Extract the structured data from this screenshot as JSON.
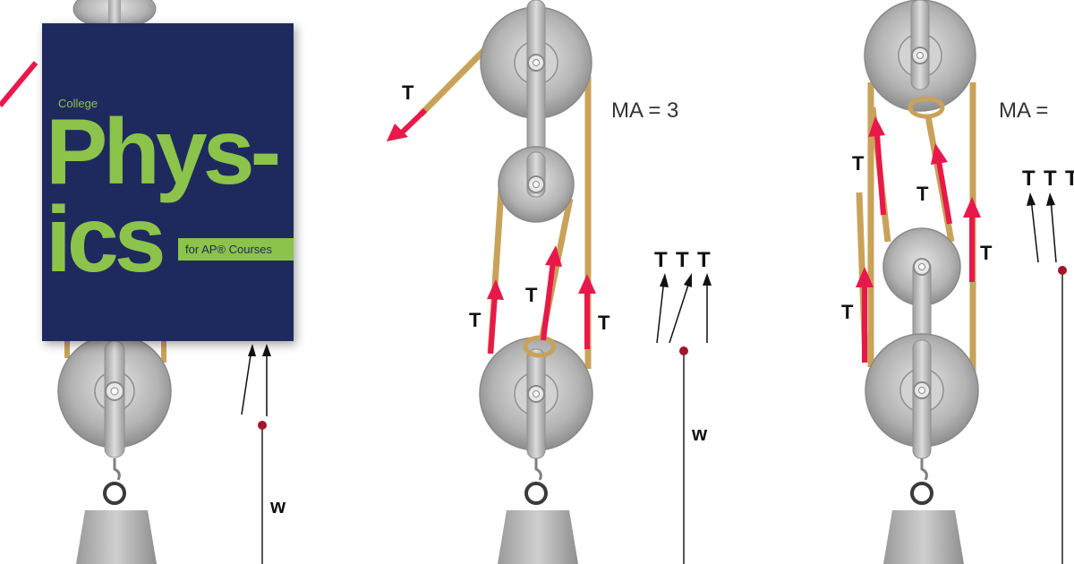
{
  "cover": {
    "subtitle_top": "College",
    "title_line1": "Phys-",
    "title_line2": "ics",
    "edition": "for AP® Courses"
  },
  "labels": {
    "tension": "T",
    "weight": "w",
    "ma_middle": "MA = 3",
    "ma_right": "MA ="
  },
  "colors": {
    "cover_bg": "#1e2a5e",
    "cover_accent": "#8cc34a",
    "arrow": "#e8194a",
    "rope": "#c9a25a",
    "pulley": "#a9a9a9"
  }
}
